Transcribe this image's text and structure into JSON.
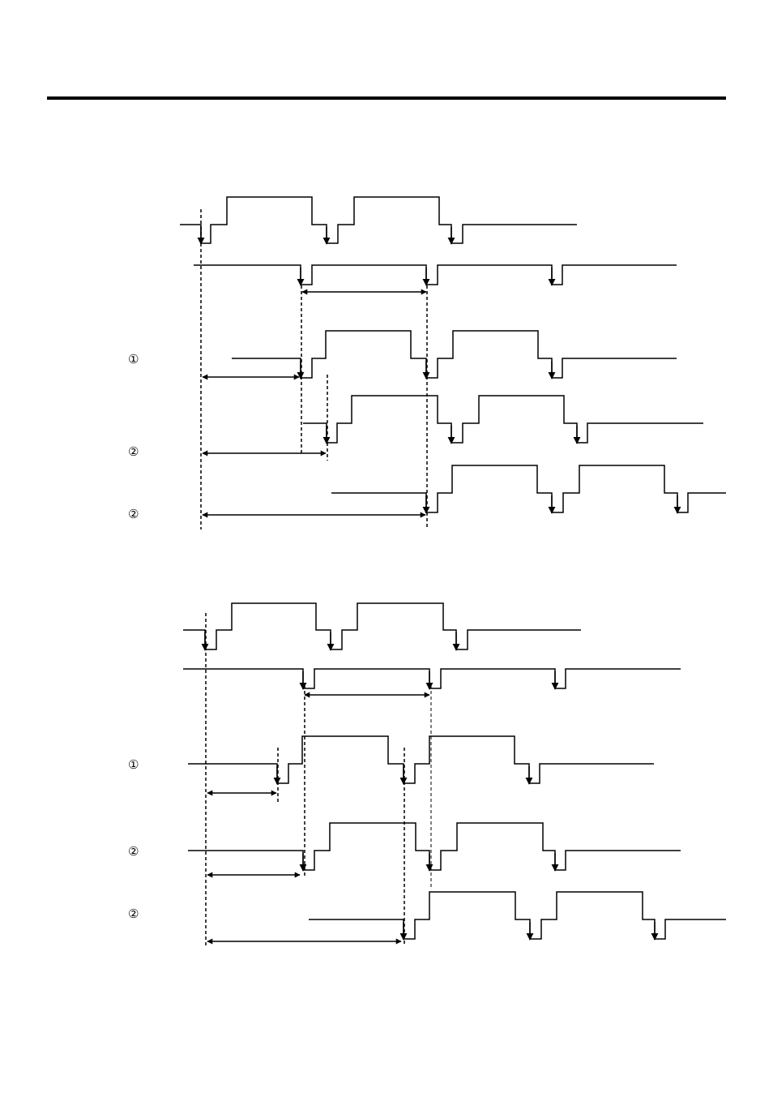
{
  "labels": {
    "top_circle_1": "①",
    "top_circle_2a": "②",
    "top_circle_2b": "②",
    "bottom_circle_1": "①",
    "bottom_circle_2a": "②",
    "bottom_circle_2b": "②"
  }
}
